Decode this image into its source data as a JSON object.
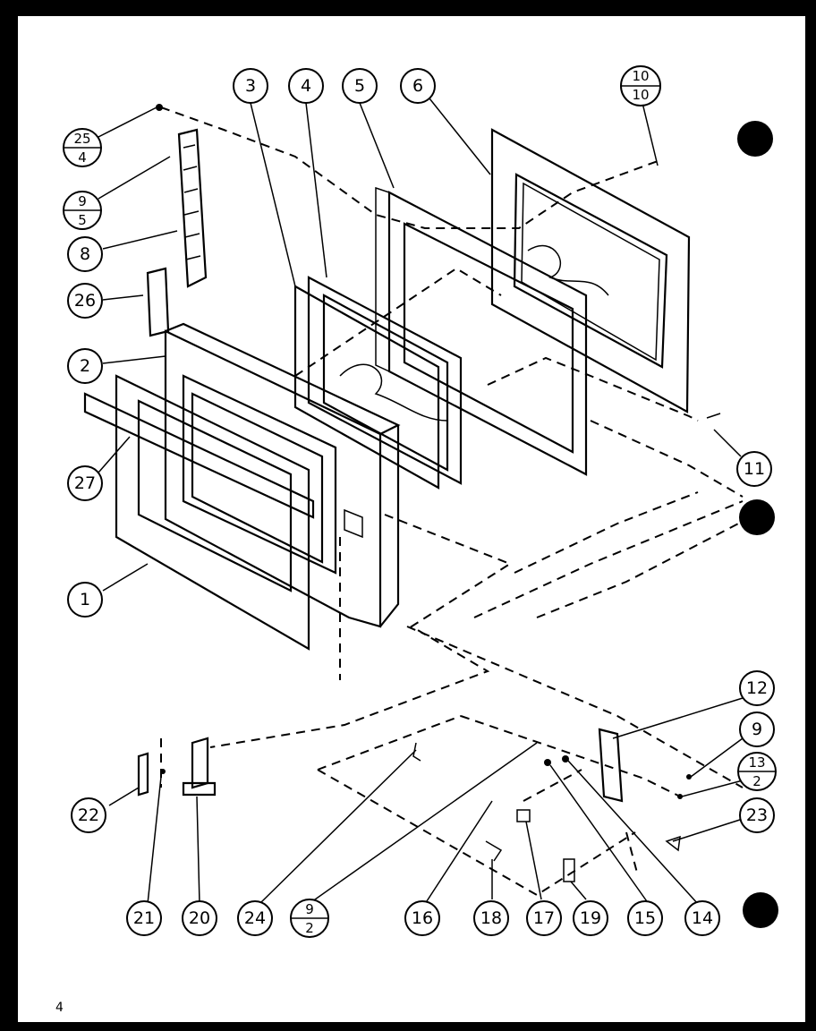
{
  "page_number": "4",
  "callouts": {
    "c1": "1",
    "c2": "2",
    "c3": "3",
    "c4": "4",
    "c5": "5",
    "c6": "6",
    "c8": "8",
    "c9": "9",
    "c11": "11",
    "c12": "12",
    "c14": "14",
    "c15": "15",
    "c16": "16",
    "c17": "17",
    "c18": "18",
    "c19": "19",
    "c20": "20",
    "c21": "21",
    "c22": "22",
    "c23": "23",
    "c24": "24",
    "c26": "26",
    "c27": "27"
  },
  "fractions": {
    "f25_4": {
      "top": "25",
      "bottom": "4"
    },
    "f9_5": {
      "top": "9",
      "bottom": "5"
    },
    "f10_10": {
      "top": "10",
      "bottom": "10"
    },
    "f13_2": {
      "top": "13",
      "bottom": "2"
    },
    "f9_2": {
      "top": "9",
      "bottom": "2"
    }
  }
}
